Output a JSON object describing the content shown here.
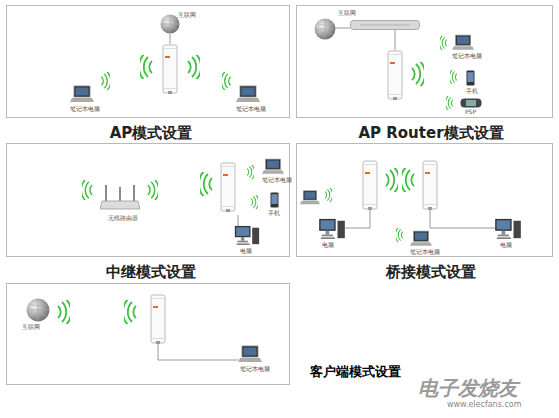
{
  "diagram": {
    "nodes": [
      {
        "text": [
          "AP模式设置"
        ]
      },
      {
        "text": [
          "AP Router模式设置"
        ]
      },
      {
        "text": [
          "中继模式设置"
        ]
      },
      {
        "text": [
          "桥接模式设置"
        ]
      },
      {
        "text": [
          "客户端模式设置"
        ]
      }
    ],
    "labels": [
      "互联网",
      "笔记本电脑",
      "笔记本电脑",
      "互联网",
      "笔记本电脑",
      "手机",
      "PSP",
      "无线路由器",
      "笔记本电脑",
      "手机",
      "电脑",
      "电脑",
      "笔记本电脑",
      "电脑",
      "互联网",
      "笔记本电脑",
      "电子发烧友",
      "www.elecfans.com"
    ]
  }
}
